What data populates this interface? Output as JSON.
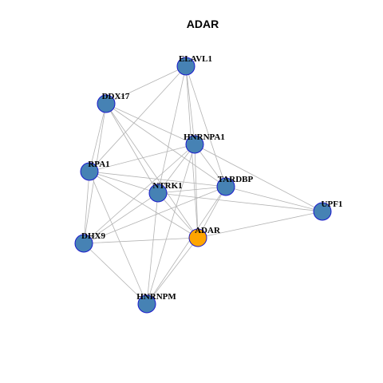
{
  "title": "ADAR",
  "colors": {
    "node_default": "#4682b4",
    "node_focus": "#ffa500",
    "node_border": "#1a1acc",
    "edge": "#b3b3b3"
  },
  "nodes": [
    {
      "id": "ELAVL1",
      "label": "ELAVL1",
      "focus": false
    },
    {
      "id": "DDX17",
      "label": "DDX17",
      "focus": false
    },
    {
      "id": "HNRNPA1",
      "label": "HNRNPA1",
      "focus": false
    },
    {
      "id": "RPA1",
      "label": "RPA1",
      "focus": false
    },
    {
      "id": "TARDBP",
      "label": "TARDBP",
      "focus": false
    },
    {
      "id": "NTRK1",
      "label": "NTRK1",
      "focus": false
    },
    {
      "id": "UPF1",
      "label": "UPF1",
      "focus": false
    },
    {
      "id": "ADAR",
      "label": "ADAR",
      "focus": true
    },
    {
      "id": "DHX9",
      "label": "DHX9",
      "focus": false
    },
    {
      "id": "HNRNPM",
      "label": "HNRNPM",
      "focus": false
    }
  ],
  "edges": [
    [
      "ELAVL1",
      "DDX17"
    ],
    [
      "ELAVL1",
      "RPA1"
    ],
    [
      "ELAVL1",
      "HNRNPA1"
    ],
    [
      "ELAVL1",
      "TARDBP"
    ],
    [
      "ELAVL1",
      "NTRK1"
    ],
    [
      "ELAVL1",
      "ADAR"
    ],
    [
      "DDX17",
      "RPA1"
    ],
    [
      "DDX17",
      "DHX9"
    ],
    [
      "DDX17",
      "HNRNPA1"
    ],
    [
      "DDX17",
      "TARDBP"
    ],
    [
      "DDX17",
      "NTRK1"
    ],
    [
      "DDX17",
      "ADAR"
    ],
    [
      "HNRNPA1",
      "RPA1"
    ],
    [
      "HNRNPA1",
      "TARDBP"
    ],
    [
      "HNRNPA1",
      "NTRK1"
    ],
    [
      "HNRNPA1",
      "ADAR"
    ],
    [
      "HNRNPA1",
      "UPF1"
    ],
    [
      "HNRNPA1",
      "DHX9"
    ],
    [
      "HNRNPA1",
      "HNRNPM"
    ],
    [
      "RPA1",
      "TARDBP"
    ],
    [
      "RPA1",
      "NTRK1"
    ],
    [
      "RPA1",
      "ADAR"
    ],
    [
      "RPA1",
      "DHX9"
    ],
    [
      "RPA1",
      "HNRNPM"
    ],
    [
      "TARDBP",
      "NTRK1"
    ],
    [
      "TARDBP",
      "UPF1"
    ],
    [
      "TARDBP",
      "ADAR"
    ],
    [
      "TARDBP",
      "DHX9"
    ],
    [
      "TARDBP",
      "HNRNPM"
    ],
    [
      "NTRK1",
      "UPF1"
    ],
    [
      "NTRK1",
      "ADAR"
    ],
    [
      "NTRK1",
      "DHX9"
    ],
    [
      "NTRK1",
      "HNRNPM"
    ],
    [
      "UPF1",
      "ADAR"
    ],
    [
      "ADAR",
      "DHX9"
    ],
    [
      "ADAR",
      "HNRNPM"
    ],
    [
      "DHX9",
      "HNRNPM"
    ]
  ]
}
